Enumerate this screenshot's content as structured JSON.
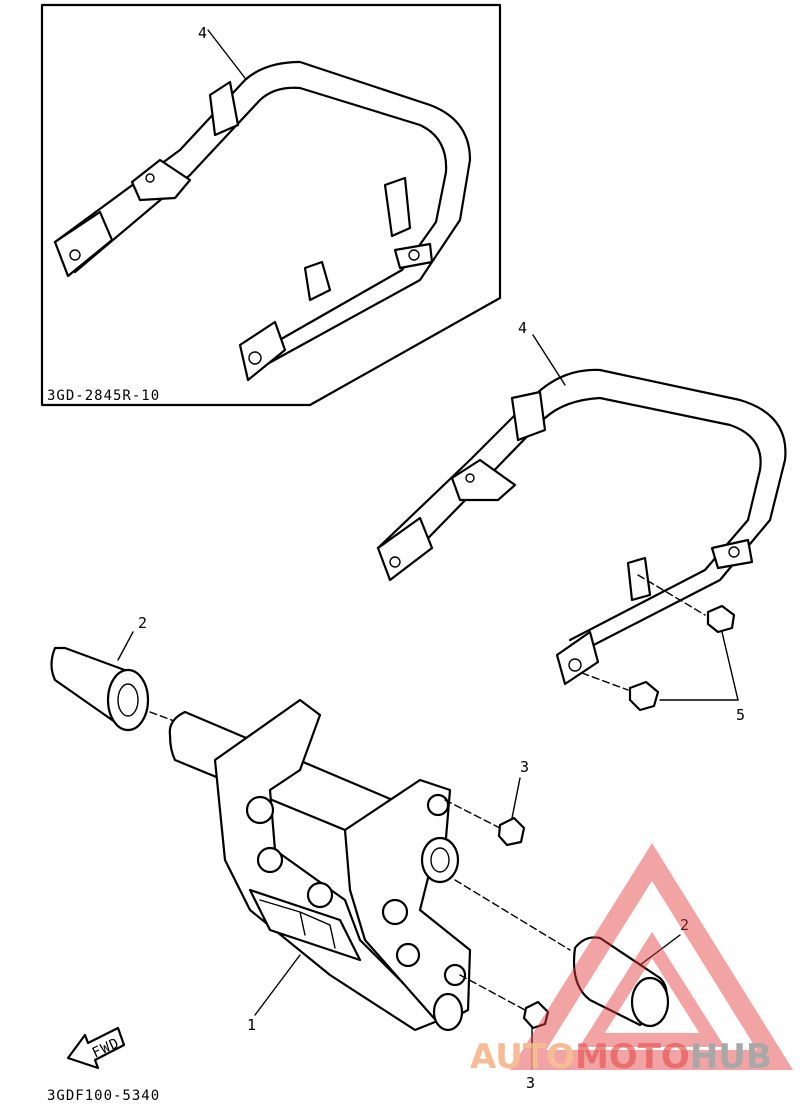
{
  "diagram": {
    "inset_code": "3GD-2845R-10",
    "figure_code": "3GDF100-5340",
    "fwd_label": "FWD",
    "callouts": {
      "inset_rack": "4",
      "rack": "4",
      "end_cap_left": "2",
      "end_cap_right": "2",
      "bolt_upper": "3",
      "bolt_lower": "3",
      "frame": "1",
      "rack_bolts": "5"
    }
  },
  "watermark": {
    "part1": "AUTO",
    "part2": "MOTO",
    "part3": "HUB",
    "colors": {
      "orange": "#f5b183",
      "red": "#e23b3b",
      "gray": "#9a9a9a"
    }
  }
}
